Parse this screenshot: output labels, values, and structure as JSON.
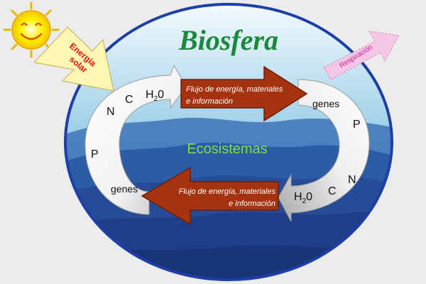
{
  "title": "Biosfera",
  "center_label": "Ecosistemas",
  "sun_arrow": {
    "line1": "Energía",
    "line2": "solar"
  },
  "respiration_arrow": "Respiración",
  "flow_top": {
    "line1": "Flujo de energía, materiales",
    "line2": "e información"
  },
  "flow_bottom": {
    "line1": "Flujo de energía, materiales",
    "line2": "e información"
  },
  "left_cycle": {
    "n": "N",
    "c": "C",
    "h2o_main": "H",
    "h2o_sub": "2",
    "h2o_end": "0",
    "p": "P",
    "genes": "genes"
  },
  "right_cycle": {
    "genes": "genes",
    "p": "P",
    "n": "N",
    "c": "C",
    "h2o_main": "H",
    "h2o_sub": "2",
    "h2o_end": "0"
  },
  "colors": {
    "background": "#ececec",
    "ellipse_border": "#1e3fa8",
    "sky_top": "#f2f9fc",
    "sky_mid": "#7fbede",
    "mountain_dark": "#1c3a86",
    "title_green": "#1a8a3a",
    "ecosistemas_green": "#7fdc4a",
    "flow_arrow_fill": "#a6330f",
    "sun_yellow": "#fff200",
    "energy_arrow_fill": "#fff6b4",
    "energy_text_red": "#e01010",
    "respiration_fill": "#f6c6e6",
    "respiration_text": "#d0208a"
  }
}
